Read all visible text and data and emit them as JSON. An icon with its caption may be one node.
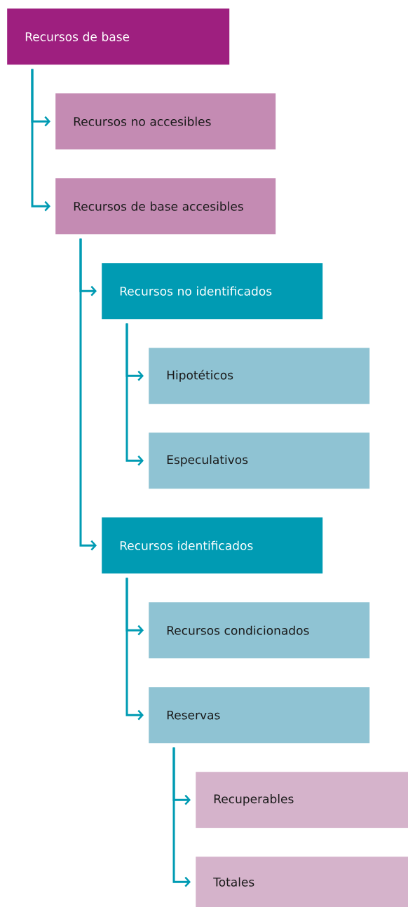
{
  "diagram": {
    "nodes": [
      {
        "text": [
          "Recursos de base"
        ]
      },
      {
        "text": [
          "Recursos no accesibles"
        ]
      },
      {
        "text": [
          "Recursos de base accesibles"
        ]
      },
      {
        "text": [
          "Recursos no identificados"
        ]
      },
      {
        "text": [
          "Hipotéticos"
        ]
      },
      {
        "text": [
          "Especulativos"
        ]
      },
      {
        "text": [
          "Recursos identificados"
        ]
      },
      {
        "text": [
          "Recursos condicionados"
        ]
      },
      {
        "text": [
          "Reservas"
        ]
      },
      {
        "text": [
          "Recuperables"
        ]
      },
      {
        "text": [
          "Totales"
        ]
      }
    ],
    "edges": [
      {
        "from": 0,
        "to": 1,
        "arrow": "to"
      },
      {
        "from": 0,
        "to": 2,
        "arrow": "to"
      },
      {
        "from": 2,
        "to": 3,
        "arrow": "to"
      },
      {
        "from": 2,
        "to": 6,
        "arrow": "to"
      },
      {
        "from": 3,
        "to": 4,
        "arrow": "to"
      },
      {
        "from": 3,
        "to": 5,
        "arrow": "to"
      },
      {
        "from": 6,
        "to": 7,
        "arrow": "to"
      },
      {
        "from": 6,
        "to": 8,
        "arrow": "to"
      },
      {
        "from": 8,
        "to": 9,
        "arrow": "to"
      },
      {
        "from": 8,
        "to": 10,
        "arrow": "to"
      }
    ]
  }
}
